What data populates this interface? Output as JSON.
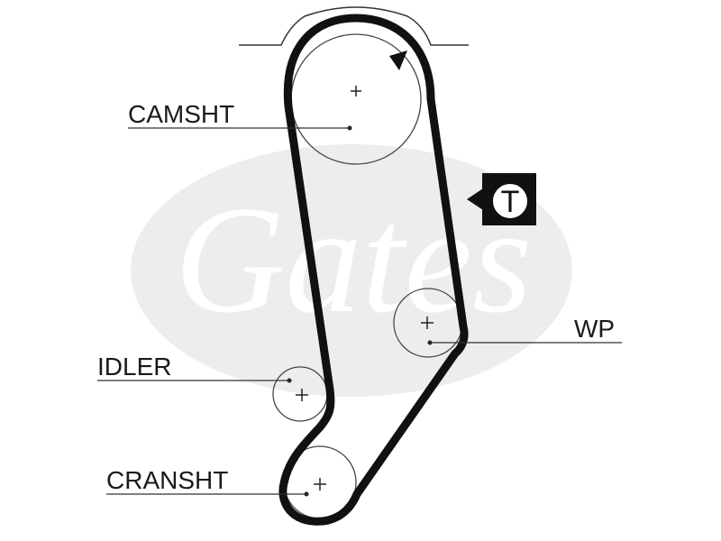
{
  "labels": {
    "camshaft": "CAMSHT",
    "water_pump": "WP",
    "idler": "IDLER",
    "crankshaft": "CRANSHT"
  },
  "tensioner": {
    "letter": "T"
  },
  "watermark": {
    "text": "Gates"
  },
  "colors": {
    "belt": "#111111",
    "pulley": "#444444",
    "leader": "#333333",
    "watermark_fill": "#ededed",
    "watermark_text": "#ffffff",
    "tensioner_box": "#111111",
    "tensioner_circle": "#ffffff"
  },
  "icons": {
    "rotation": "rotation-arrow-icon",
    "tensioner": "tensioner-icon",
    "center_mark": "plus-icon"
  }
}
